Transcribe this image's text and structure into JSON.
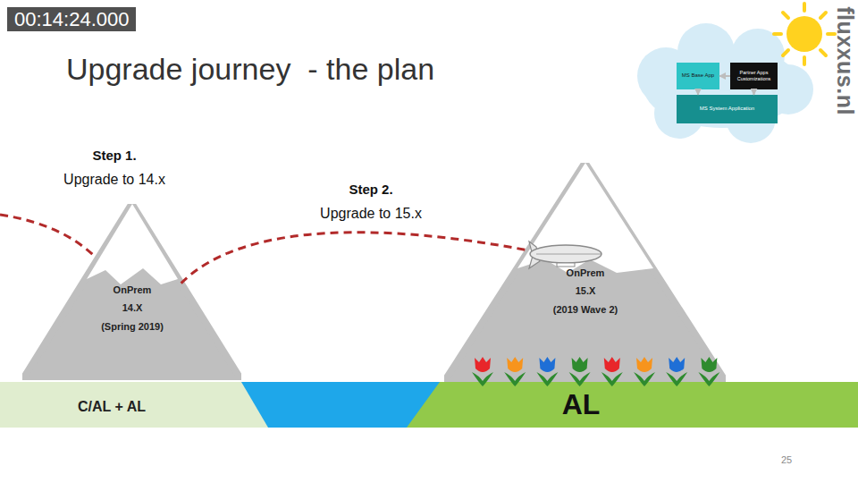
{
  "diagram": {
    "title": "Upgrade journey  - the plan",
    "nodes": [
      {
        "text": [
          "OnPrem",
          "14.X",
          "(Spring 2019)"
        ]
      },
      {
        "text": [
          "OnPrem",
          "15.X",
          "(2019 Wave 2)"
        ]
      },
      {
        "text": [
          "C/AL + AL"
        ]
      },
      {
        "text": [
          "AL"
        ]
      },
      {
        "text": [
          "MS Base App"
        ]
      },
      {
        "text": [
          "Partner Apps Customizations"
        ]
      },
      {
        "text": [
          "MS System Application"
        ]
      }
    ],
    "edges": [
      {
        "from": 0,
        "to": 1,
        "arrow": "none"
      },
      {
        "from": 5,
        "to": 4,
        "arrow": "to"
      },
      {
        "from": 4,
        "to": 6,
        "arrow": "to"
      },
      {
        "from": 5,
        "to": 6,
        "arrow": "to"
      }
    ],
    "labels": [
      "00:14:24.000",
      "Step 1.",
      "Upgrade to 14.x",
      "Step 2.",
      "Upgrade to 15.x",
      "25",
      "fluxxus.nl"
    ]
  }
}
